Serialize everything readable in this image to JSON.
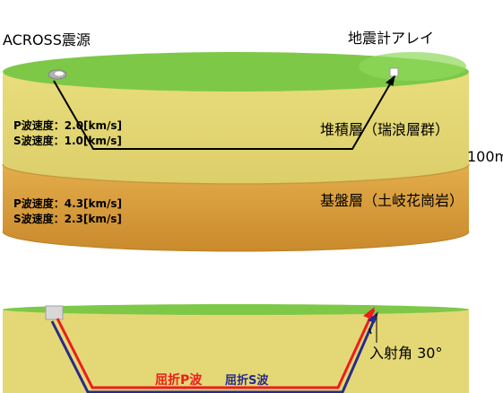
{
  "labels": {
    "source": "ACROSS震源",
    "array": "地震計アレイ",
    "sediment_layer": "堆積層（瑞浪層群）",
    "basement_layer": "基盤層（土岐花崗岩）",
    "depth": "100m",
    "sediment_p": "P波速度：2.0[km/s]",
    "sediment_s": "S波速度：1.0[km/s]",
    "basement_p": "P波速度：4.3[km/s]",
    "basement_s": "S波速度：2.3[km/s]",
    "refracted_p": "屈折P波",
    "refracted_s": "屈折S波",
    "incidence_angle": "入射角 30°"
  },
  "colors": {
    "surface": "#7ec848",
    "sediment": "#e4d876",
    "sediment_front": "#d8cc66",
    "basement": "#d9a040",
    "basement_front": "#c9902f",
    "p_wave": "#ee1c1c",
    "s_wave": "#2a2a8a"
  }
}
